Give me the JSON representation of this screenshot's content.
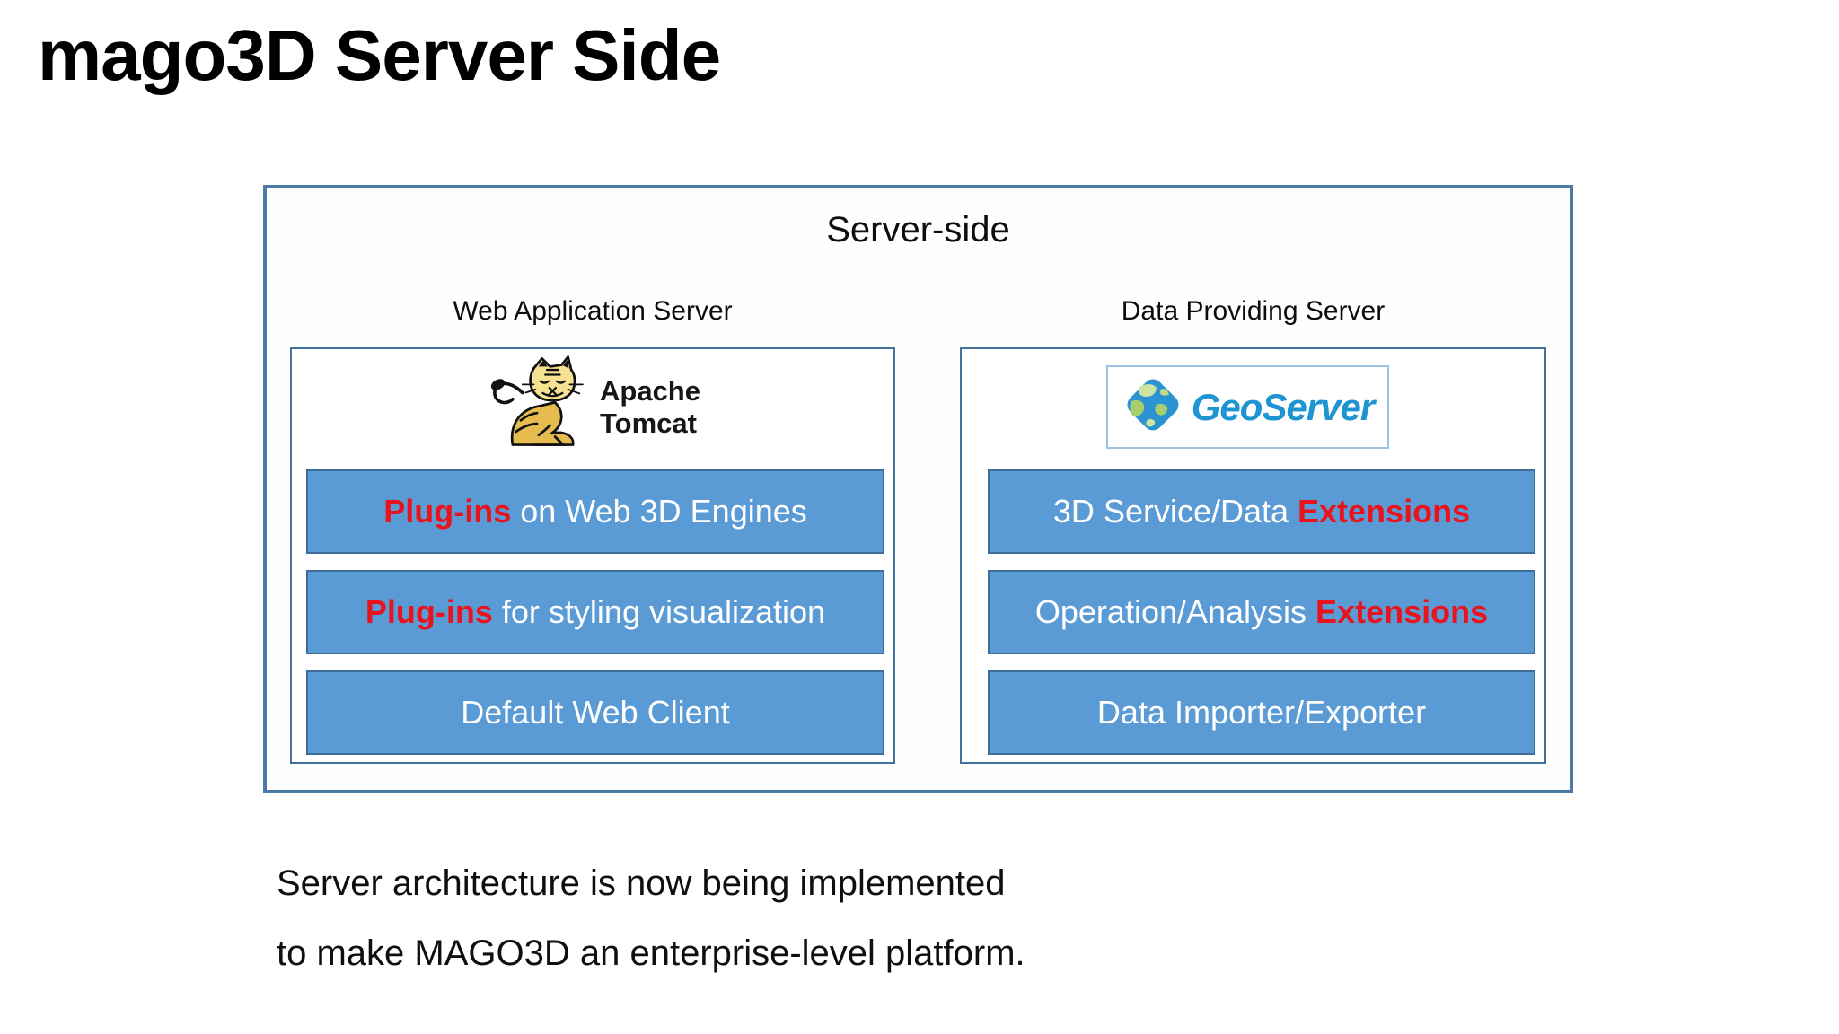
{
  "slide": {
    "title": "mago3D Server Side"
  },
  "panel": {
    "heading": "Server-side",
    "columns": [
      {
        "label": "Web Application Server",
        "logo": {
          "icon": "tomcat-cat-icon",
          "line1": "Apache",
          "line2": "Tomcat"
        },
        "bars": [
          {
            "pre": "",
            "em": "Plug-ins",
            "post": " on Web 3D Engines"
          },
          {
            "pre": "",
            "em": "Plug-ins",
            "post": " for styling visualization"
          },
          {
            "pre": "Default Web Client",
            "em": "",
            "post": ""
          }
        ]
      },
      {
        "label": "Data Providing Server",
        "logo": {
          "icon": "geoserver-globe-icon",
          "wordmark": "GeoServer"
        },
        "bars": [
          {
            "pre": "3D Service/Data ",
            "em": "Extensions",
            "post": ""
          },
          {
            "pre": "Operation/Analysis ",
            "em": "Extensions",
            "post": ""
          },
          {
            "pre": "Data Importer/Exporter",
            "em": "",
            "post": ""
          }
        ]
      }
    ]
  },
  "caption": {
    "line1": "Server architecture is now being implemented",
    "line2": "to make MAGO3D an enterprise-level platform."
  },
  "colors": {
    "bar_fill": "#5B9BD5",
    "bar_border": "#3F6D99",
    "panel_border": "#4B7AA9",
    "box_border": "#41719C",
    "emphasis_red": "#E8131D",
    "geoserver_blue": "#1E94D2",
    "tomcat_body": "#E7BC4F",
    "tomcat_face": "#F6E292"
  }
}
